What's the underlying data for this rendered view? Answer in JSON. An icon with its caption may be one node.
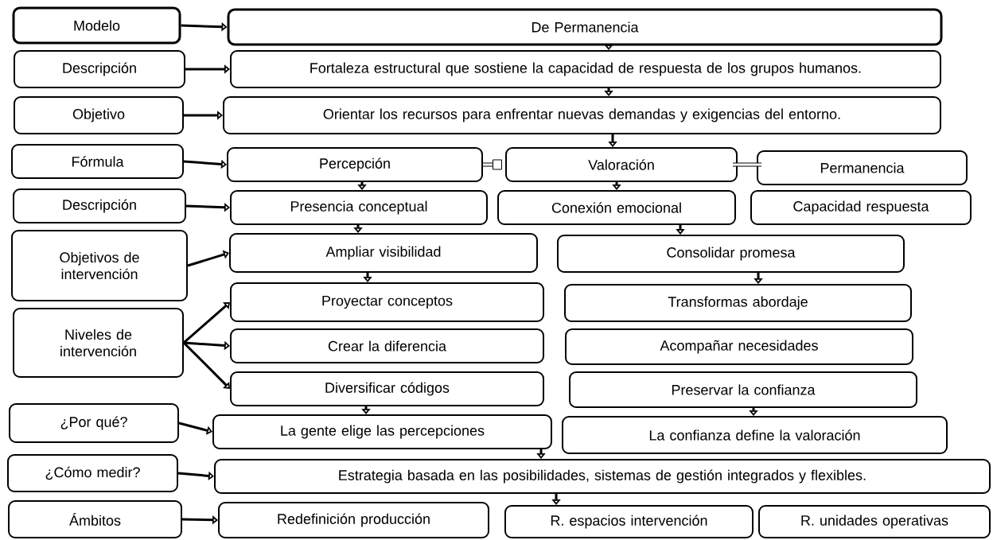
{
  "diagram": {
    "nodes": [
      {
        "text": [
          "Modelo"
        ]
      },
      {
        "text": [
          "De Permanencia"
        ]
      },
      {
        "text": [
          "Descripción"
        ]
      },
      {
        "text": [
          "Fortaleza estructural que sostiene la capacidad de respuesta de los grupos humanos."
        ]
      },
      {
        "text": [
          "Objetivo"
        ]
      },
      {
        "text": [
          "Orientar los recursos para enfrentar nuevas demandas y exigencias del entorno."
        ]
      },
      {
        "text": [
          "Fórmula"
        ]
      },
      {
        "text": [
          "Percepción"
        ]
      },
      {
        "text": [
          "Valoración"
        ]
      },
      {
        "text": [
          "Permanencia"
        ]
      },
      {
        "text": [
          "Descripción"
        ]
      },
      {
        "text": [
          "Presencia conceptual"
        ]
      },
      {
        "text": [
          "Conexión emocional"
        ]
      },
      {
        "text": [
          "Capacidad respuesta"
        ]
      },
      {
        "text": [
          "Objetivos de intervención"
        ]
      },
      {
        "text": [
          "Ampliar visibilidad"
        ]
      },
      {
        "text": [
          "Consolidar promesa"
        ]
      },
      {
        "text": [
          "Proyectar conceptos"
        ]
      },
      {
        "text": [
          "Transformas abordaje"
        ]
      },
      {
        "text": [
          "Niveles de intervención"
        ]
      },
      {
        "text": [
          "Crear la diferencia"
        ]
      },
      {
        "text": [
          "Acompañar necesidades"
        ]
      },
      {
        "text": [
          "Diversificar códigos"
        ]
      },
      {
        "text": [
          "Preservar la confianza"
        ]
      },
      {
        "text": [
          "¿Por qué?"
        ]
      },
      {
        "text": [
          "La gente elige las percepciones"
        ]
      },
      {
        "text": [
          "La confianza define la valoración"
        ]
      },
      {
        "text": [
          "¿Cómo medir?"
        ]
      },
      {
        "text": [
          "Estrategia basada en las posibilidades, sistemas de gestión integrados y flexibles."
        ]
      },
      {
        "text": [
          "Ámbitos"
        ]
      },
      {
        "text": [
          "Redefinición producción"
        ]
      },
      {
        "text": [
          "R. espacios intervención"
        ]
      },
      {
        "text": [
          "R. unidades operativas"
        ]
      }
    ],
    "edges": [
      {
        "from": 0,
        "to": 1,
        "arrow": "to"
      },
      {
        "from": 2,
        "to": 3,
        "arrow": "to"
      },
      {
        "from": 4,
        "to": 5,
        "arrow": "to"
      },
      {
        "from": 6,
        "to": 7,
        "arrow": "to"
      },
      {
        "from": 10,
        "to": 11,
        "arrow": "to"
      },
      {
        "from": 14,
        "to": 15,
        "arrow": "to"
      },
      {
        "from": 19,
        "to": 17,
        "arrow": "to"
      },
      {
        "from": 19,
        "to": 20,
        "arrow": "to"
      },
      {
        "from": 19,
        "to": 22,
        "arrow": "to"
      },
      {
        "from": 24,
        "to": 25,
        "arrow": "to"
      },
      {
        "from": 27,
        "to": 28,
        "arrow": "to"
      },
      {
        "from": 29,
        "to": 30,
        "arrow": "to"
      },
      {
        "from": 1,
        "to": 3,
        "arrow": "to"
      },
      {
        "from": 3,
        "to": 5,
        "arrow": "to"
      },
      {
        "from": 5,
        "to": 8,
        "arrow": "to"
      },
      {
        "from": 7,
        "to": 8,
        "arrow": "other"
      },
      {
        "from": 8,
        "to": 9,
        "arrow": "none"
      },
      {
        "from": 7,
        "to": 11,
        "arrow": "to"
      },
      {
        "from": 8,
        "to": 12,
        "arrow": "to"
      },
      {
        "from": 11,
        "to": 15,
        "arrow": "to"
      },
      {
        "from": 12,
        "to": 16,
        "arrow": "to"
      },
      {
        "from": 15,
        "to": 17,
        "arrow": "to"
      },
      {
        "from": 16,
        "to": 18,
        "arrow": "to"
      },
      {
        "from": 22,
        "to": 25,
        "arrow": "to"
      },
      {
        "from": 23,
        "to": 26,
        "arrow": "to"
      },
      {
        "from": 25,
        "to": 28,
        "arrow": "to"
      },
      {
        "from": 28,
        "to": 31,
        "arrow": "to"
      }
    ]
  }
}
